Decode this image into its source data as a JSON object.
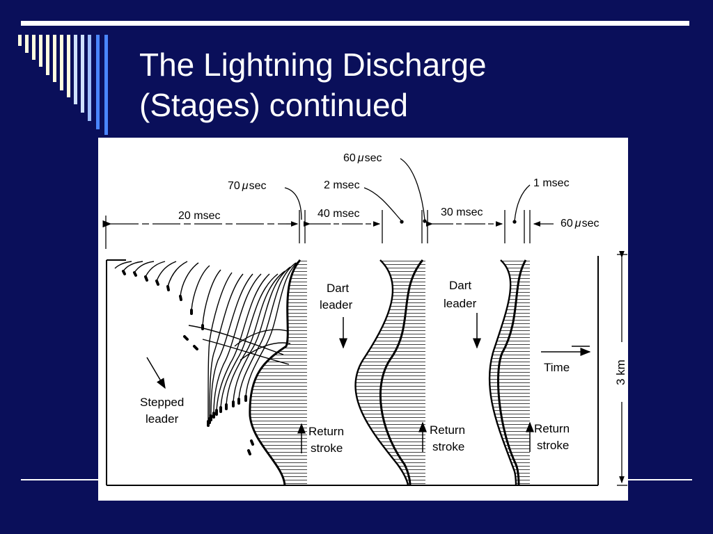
{
  "slide": {
    "title_line1": "The Lightning Discharge",
    "title_line2": "(Stages) continued",
    "colors": {
      "background": "#0a0f5a",
      "title_text": "#ffffff",
      "stripe_light": "#fffde0",
      "stripe_mid": "#cfe1ff",
      "stripe_blue": "#4a86ff"
    }
  },
  "diagram": {
    "timing": {
      "t1": "20  msec",
      "t2": "70",
      "t2_unit": "sec",
      "t3": "2  msec",
      "t4": "60",
      "t4_unit": "sec",
      "t5": "40  msec",
      "t6": "30  msec",
      "t7": "1  msec",
      "t8": "60",
      "t8_unit": "sec",
      "mu": "μ"
    },
    "labels": {
      "stepped_1": "Stepped",
      "stepped_2": "leader",
      "dart1_1": "Dart",
      "dart1_2": "leader",
      "dart2_1": "Dart",
      "dart2_2": "leader",
      "return1_1": "Return",
      "return1_2": "stroke",
      "return2_1": "Return",
      "return2_2": "stroke",
      "return3_1": "Return",
      "return3_2": "stroke",
      "time": "Time",
      "height": "3 km"
    }
  }
}
